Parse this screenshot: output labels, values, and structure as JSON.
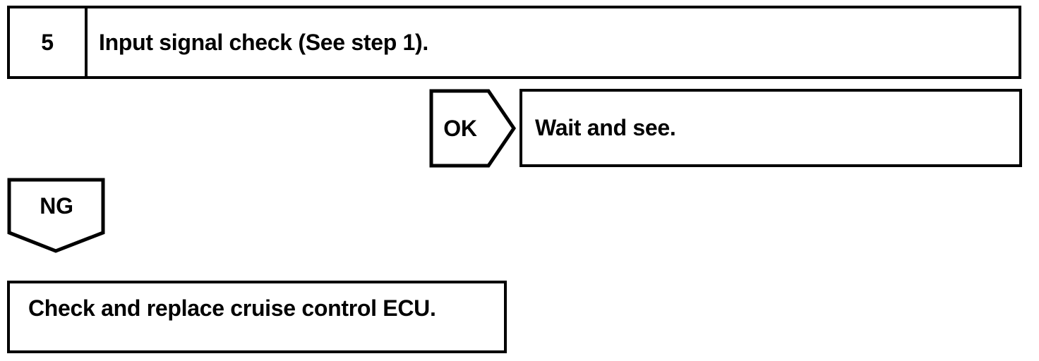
{
  "page": {
    "background_color": "#ffffff",
    "line_color": "#000000",
    "text_color": "#000000"
  },
  "flowchart": {
    "step": {
      "number": "5",
      "title": "Input signal check (See step 1)."
    },
    "ok_branch": {
      "label": "OK",
      "action": "Wait and see."
    },
    "ng_branch": {
      "label": "NG",
      "action": "Check and replace cruise control ECU."
    }
  }
}
